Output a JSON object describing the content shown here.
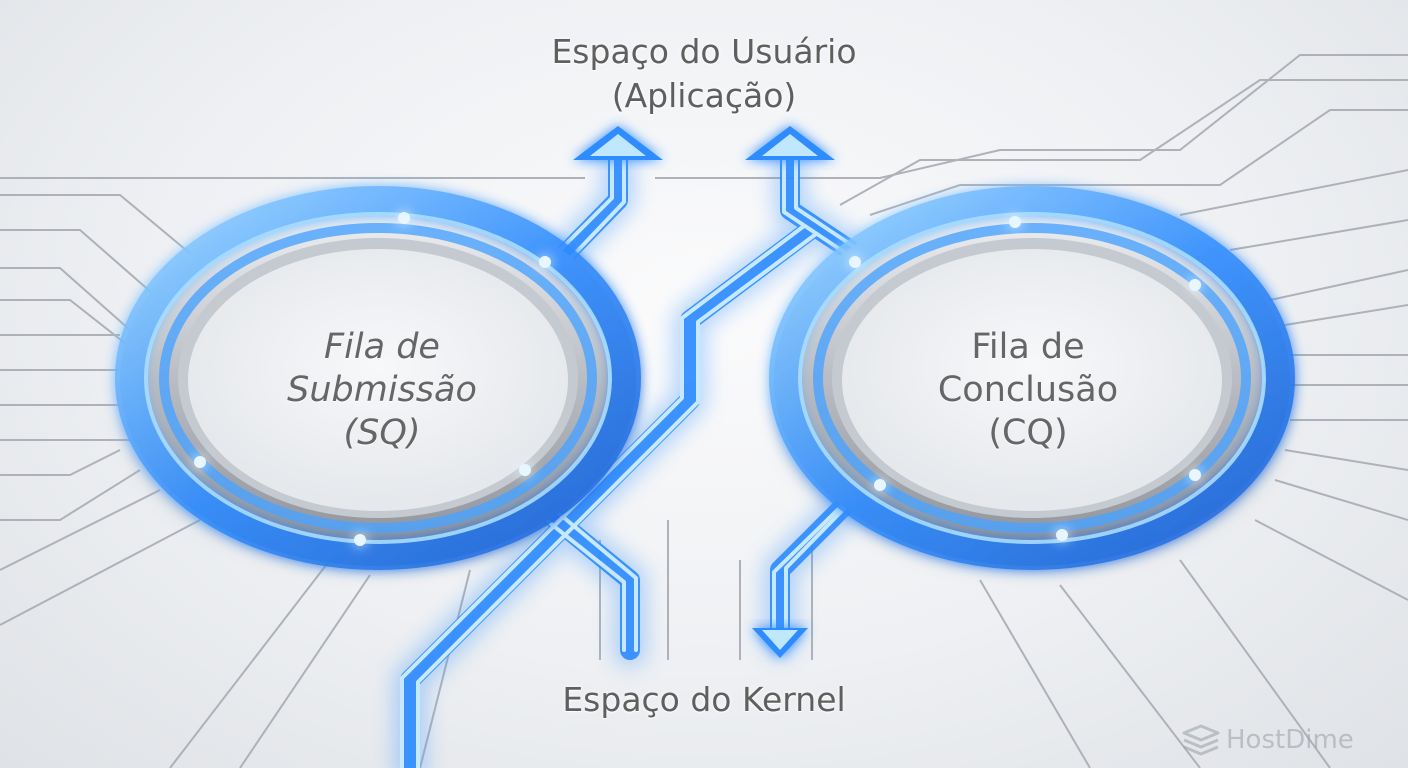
{
  "labels": {
    "user_space_line1": "Espaço do Usuário",
    "user_space_line2": "(Aplicação)",
    "kernel_space": "Espaço do Kernel"
  },
  "queues": {
    "submission": {
      "line1": "Fila de",
      "line2": "Submissão",
      "line3": "(SQ)"
    },
    "completion": {
      "line1": "Fila de",
      "line2": "Conclusão",
      "line3": "(CQ)"
    }
  },
  "brand": {
    "name": "HostDime",
    "icon": "stacked-layers-icon"
  },
  "colors": {
    "glow_blue": "#2f8cff",
    "light_blue": "#8fd3ff",
    "metal": "#b8bcc2",
    "text": "#5f5f5f"
  }
}
